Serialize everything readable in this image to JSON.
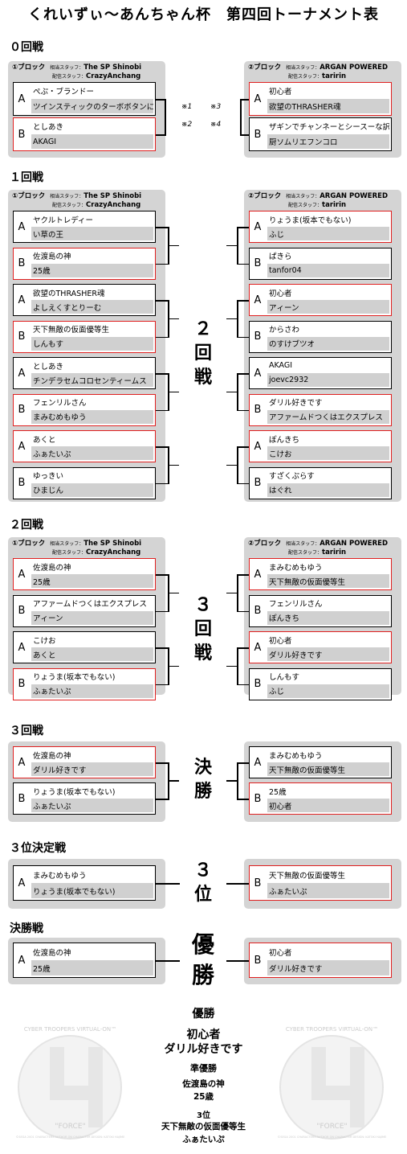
{
  "title": "くれいずぃ〜あんちゃん杯　第四回トーナメント表",
  "labels": {
    "block1": "①ブロック",
    "block2": "②ブロック",
    "staff_role_1": "相当スタッフ：",
    "staff_role_2": "配信スタッフ：",
    "blockA_staff1": "The SP Shinobi",
    "blockA_staff2": "CrazyAnchang",
    "blockB_staff1": "ARGAN POWERED",
    "blockB_staff2": "taririn",
    "letter_a": "A",
    "letter_b": "B"
  },
  "round0": {
    "heading": "０回戦",
    "notes": [
      "※1",
      "※2",
      "※3",
      "※4"
    ],
    "left": [
      {
        "n1": "ぺぷ・ブランドー",
        "n2": "ツインスティックのターボボタンに使われているゴムのアレ",
        "red": false
      },
      {
        "n1": "としあき",
        "n2": "AKAGI",
        "red": true
      }
    ],
    "right": [
      {
        "n1": "初心者",
        "n2": "欲望のTHRASHER魂",
        "red": true
      },
      {
        "n1": "ザギンでチャンネーとシースーな訳ねぇだろwww",
        "n2": "厨ソムリエフンコロ",
        "red": false
      }
    ]
  },
  "round1": {
    "heading": "１回戦",
    "big": [
      "２",
      "回",
      "戦"
    ],
    "left": [
      {
        "n1": "ヤクルトレディー",
        "n2": "い草の王",
        "red": false
      },
      {
        "n1": "佐渡島の神",
        "n2": "25歳",
        "red": true
      },
      {
        "n1": "欲望のTHRASHER魂",
        "n2": "よしえくすとりーむ",
        "red": false
      },
      {
        "n1": "天下無敵の仮面優等生",
        "n2": "しんもす",
        "red": true
      },
      {
        "n1": "としあき",
        "n2": "チンデラセムコロセンティームス",
        "red": false
      },
      {
        "n1": "フェンリルさん",
        "n2": "まみむめもゆう",
        "red": true
      },
      {
        "n1": "あくと",
        "n2": "ふぁたいぷ",
        "red": true
      },
      {
        "n1": "ゆっきい",
        "n2": "ひまじん",
        "red": false
      }
    ],
    "right": [
      {
        "n1": "りょうま(坂本でもない)",
        "n2": "ふじ",
        "red": true
      },
      {
        "n1": "ぱきら",
        "n2": "tanfor04",
        "red": false
      },
      {
        "n1": "初心者",
        "n2": "アィーン",
        "red": true
      },
      {
        "n1": "からさわ",
        "n2": "のすけブツオ",
        "red": false
      },
      {
        "n1": "AKAGI",
        "n2": "joevc2932",
        "red": false
      },
      {
        "n1": "ダリル好きです",
        "n2": "アファームドつくはエクスプレス",
        "red": true
      },
      {
        "n1": "ぽんきち",
        "n2": "こけお",
        "red": true
      },
      {
        "n1": "すざくぷらす",
        "n2": "はぐれ",
        "red": false
      }
    ]
  },
  "round2": {
    "heading": "２回戦",
    "big": [
      "３",
      "回",
      "戦"
    ],
    "left": [
      {
        "n1": "佐渡島の神",
        "n2": "25歳",
        "red": true
      },
      {
        "n1": "アファームドつくはエクスプレス",
        "n2": "アィーン",
        "red": false
      },
      {
        "n1": "こけお",
        "n2": "あくと",
        "red": false
      },
      {
        "n1": "りょうま(坂本でもない)",
        "n2": "ふぁたいぷ",
        "red": true
      }
    ],
    "right": [
      {
        "n1": "まみむめもゆう",
        "n2": "天下無敵の仮面優等生",
        "red": true
      },
      {
        "n1": "フェンリルさん",
        "n2": "ぽんきち",
        "red": false
      },
      {
        "n1": "初心者",
        "n2": "ダリル好きです",
        "red": true
      },
      {
        "n1": "しんもす",
        "n2": "ふじ",
        "red": false
      }
    ]
  },
  "round3": {
    "heading": "３回戦",
    "big": [
      "決",
      "勝"
    ],
    "left": [
      {
        "n1": "佐渡島の神",
        "n2": "ダリル好きです",
        "red": true
      },
      {
        "n1": "りょうま(坂本でもない)",
        "n2": "ふぁたいぷ",
        "red": false
      }
    ],
    "right": [
      {
        "n1": "まみむめもゆう",
        "n2": "天下無敵の仮面優等生",
        "red": false
      },
      {
        "n1": "25歳",
        "n2": "初心者",
        "red": true
      }
    ]
  },
  "third": {
    "heading": "３位決定戦",
    "big": [
      "３",
      "位"
    ],
    "left": {
      "n1": "まみむめもゆう",
      "n2": "りょうま(坂本でもない)",
      "red": false
    },
    "right": {
      "n1": "天下無敵の仮面優等生",
      "n2": "ふぁたいぷ",
      "red": true
    }
  },
  "final": {
    "heading": "決勝戦",
    "big": [
      "優",
      "勝"
    ],
    "left": {
      "n1": "佐渡島の神",
      "n2": "25歳",
      "red": false
    },
    "right": {
      "n1": "初心者",
      "n2": "ダリル好きです",
      "red": true
    }
  },
  "results": {
    "champion_label": "優勝",
    "champion_1": "初心者",
    "champion_2": "ダリル好きです",
    "runner_label": "準優勝",
    "runner_1": "佐渡島の神",
    "runner_2": "25歳",
    "third_label": "3位",
    "third_1": "天下無敵の仮面優等生",
    "third_2": "ふぁたいぷ"
  },
  "logo": {
    "text_top": "CYBER TROOPERS VIRTUAL-ON™",
    "text_bottom": "\"FORCE\"",
    "credit": "©SEGA 2001 CHARACTERS AUTHOR ON CHARACTER DESIGN: KATOKI HAJIME"
  },
  "colors": {
    "panel": "#d4d4d4",
    "winner_border": "#e02020",
    "secondary_row": "#d0d0d0"
  }
}
